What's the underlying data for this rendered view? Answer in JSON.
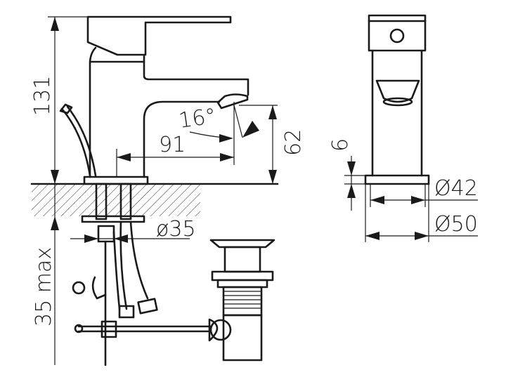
{
  "dimensions": {
    "total_height": "131",
    "spout_angle": "16°",
    "spout_reach": "91",
    "spout_height": "62",
    "base_thickness": "6",
    "base_diameter_inner": "Ø42",
    "base_diameter_outer": "Ø50",
    "hole_diameter": "ø35",
    "max_counter_thickness": "35 max"
  },
  "colors": {
    "line": "#1a1a1a",
    "background": "#ffffff"
  }
}
